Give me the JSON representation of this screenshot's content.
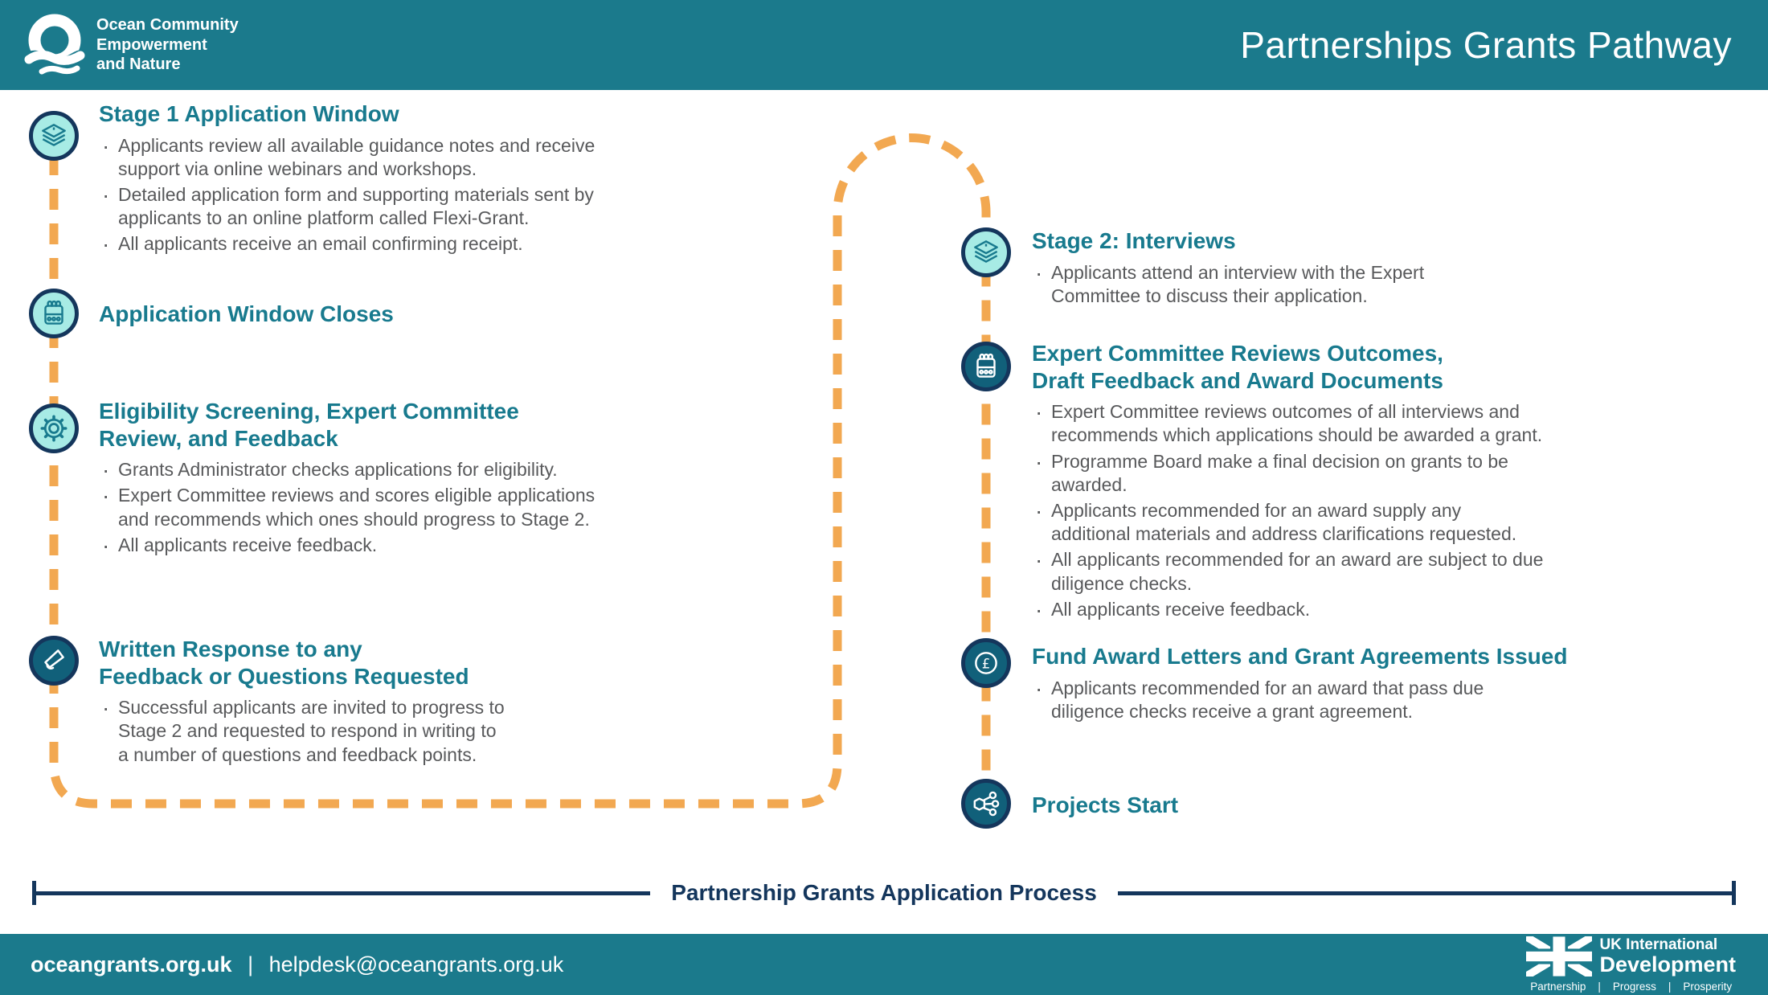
{
  "header": {
    "logo_lines": [
      "Ocean Community",
      "Empowerment",
      "and Nature"
    ],
    "title": "Partnerships Grants Pathway"
  },
  "left_stages": [
    {
      "icon": "layers-icon",
      "heading": "Stage 1 Application Window",
      "bullets": [
        "Applicants review all available guidance notes and receive\nsupport via online webinars and workshops.",
        "Detailed application form and supporting materials sent by\napplicants to an online platform called Flexi-Grant.",
        "All applicants receive an email confirming receipt."
      ]
    },
    {
      "icon": "calendar-icon",
      "heading": "Application Window Closes",
      "bullets": []
    },
    {
      "icon": "gear-icon",
      "heading": "Eligibility Screening, Expert Committee\nReview, and Feedback",
      "bullets": [
        "Grants Administrator checks applications for eligibility.",
        "Expert Committee reviews and scores eligible applications\nand recommends which ones should progress to Stage 2.",
        "All applicants receive feedback."
      ]
    },
    {
      "icon": "megaphone-icon",
      "heading": "Written Response to any\nFeedback or Questions Requested",
      "bullets": [
        "Successful applicants are invited to progress to\nStage 2 and requested to respond in writing to\na number of questions and feedback points."
      ]
    }
  ],
  "right_stages": [
    {
      "icon": "layers-icon",
      "heading": "Stage 2: Interviews",
      "bullets": [
        "Applicants attend an interview with the Expert\nCommittee to discuss their application."
      ]
    },
    {
      "icon": "calendar-icon",
      "heading": "Expert Committee Reviews Outcomes,\nDraft Feedback and Award Documents",
      "bullets": [
        "Expert Committee reviews outcomes of all interviews and\nrecommends which applications should be awarded a grant.",
        "Programme Board make a final decision on grants to be\nawarded.",
        "Applicants recommended for an award supply any\nadditional materials and address clarifications requested.",
        "All applicants recommended for an award are subject to due\ndiligence checks.",
        "All applicants receive feedback."
      ]
    },
    {
      "icon": "pound-icon",
      "heading": "Fund Award Letters and Grant Agreements Issued",
      "bullets": [
        "Applicants recommended for an award that pass due\ndiligence checks receive a grant agreement."
      ]
    },
    {
      "icon": "network-icon",
      "heading": "Projects Start",
      "bullets": []
    }
  ],
  "divider": {
    "label": "Partnership Grants Application Process"
  },
  "footer": {
    "website": "oceangrants.org.uk",
    "separator": "|",
    "email": "helpdesk@oceangrants.org.uk",
    "uk_logo": {
      "line1": "UK International",
      "line2": "Development",
      "tagline": "Partnership    |    Progress    |    Prosperity"
    }
  },
  "colors": {
    "teal_bar": "#1b7a8c",
    "heading_teal": "#187a8e",
    "navy": "#14365c",
    "icon_fill_light": "#a7ebe5",
    "icon_fill_dark": "#11607a",
    "path_orange": "#f2a851",
    "body_gray": "#58595b"
  }
}
